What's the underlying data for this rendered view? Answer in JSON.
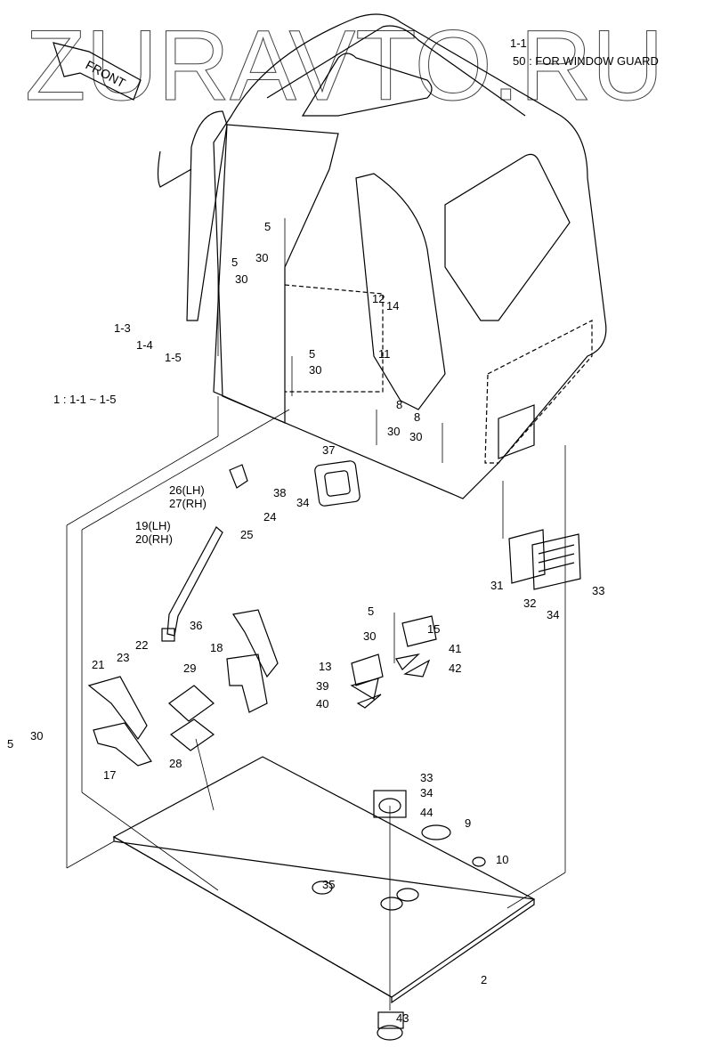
{
  "watermark": "ZURAVTO.RU",
  "front_marker": "FRONT",
  "notes": {
    "window_guard": "50 : FOR WINDOW GUARD",
    "assembly": "1 : 1-1 ~ 1-5"
  },
  "callouts": [
    "1-1",
    "5",
    "30",
    "5",
    "30",
    "1-3",
    "1-4",
    "1-5",
    "12",
    "14",
    "11",
    "5",
    "30",
    "8",
    "8",
    "30",
    "30",
    "37",
    "38",
    "34",
    "26(LH)",
    "27(RH)",
    "24",
    "25",
    "19(LH)",
    "20(RH)",
    "31",
    "32",
    "33",
    "34",
    "36",
    "18",
    "22",
    "23",
    "21",
    "29",
    "28",
    "17",
    "5",
    "30",
    "5",
    "30",
    "15",
    "13",
    "41",
    "42",
    "39",
    "40",
    "33",
    "34",
    "44",
    "9",
    "10",
    "35",
    "2",
    "43"
  ],
  "colors": {
    "line": "#000000",
    "watermark": "#444444"
  }
}
